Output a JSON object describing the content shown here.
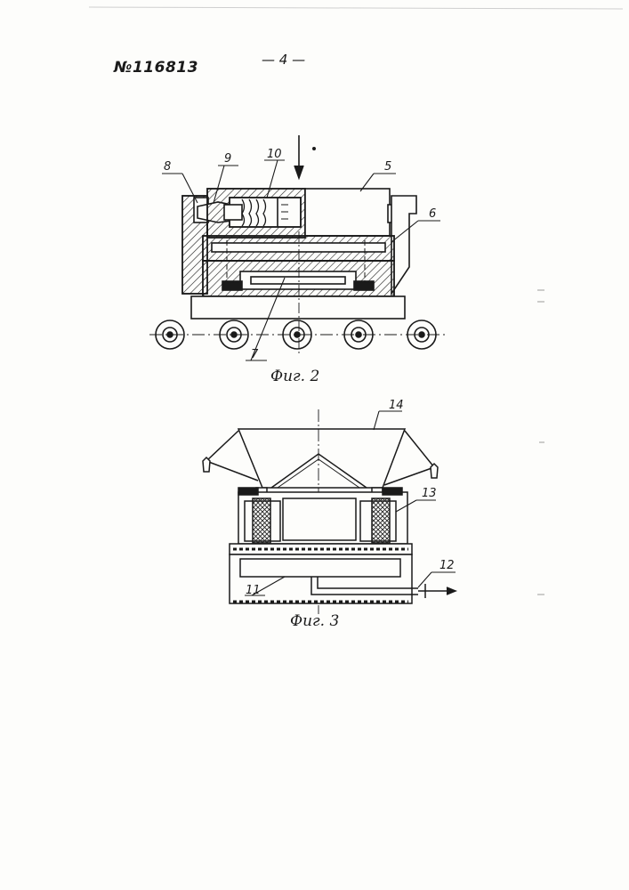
{
  "header": {
    "patent_number": "№116813",
    "page_number": "— 4 —"
  },
  "figure2": {
    "caption": "Фиг. 2",
    "labels": {
      "l5": "5",
      "l6": "6",
      "l7": "7",
      "l8": "8",
      "l9": "9",
      "l10": "10"
    }
  },
  "figure3": {
    "caption": "Фиг. 3",
    "labels": {
      "l11": "11",
      "l12": "12",
      "l13": "13",
      "l14": "14"
    }
  }
}
